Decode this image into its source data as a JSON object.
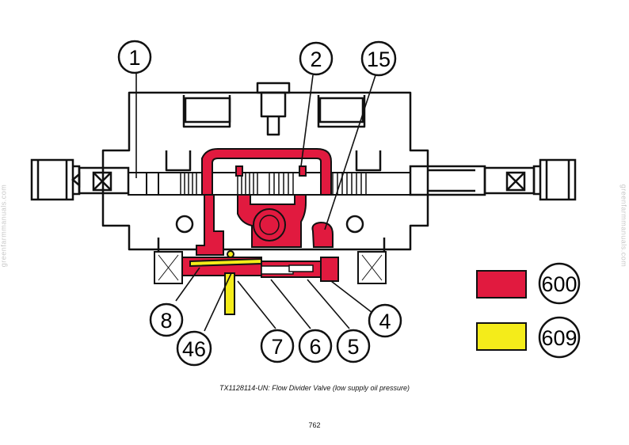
{
  "callouts": [
    "1",
    "2",
    "15",
    "8",
    "46",
    "7",
    "6",
    "5",
    "4"
  ],
  "legend": {
    "items": [
      {
        "code": "600",
        "color": "#e11a3f"
      },
      {
        "code": "609",
        "color": "#f4ec1a"
      }
    ]
  },
  "caption": "TX1128114-UN: Flow Divider Valve (low supply oil pressure)",
  "page_number": "762",
  "watermark": "greenfarmmanuals.com"
}
